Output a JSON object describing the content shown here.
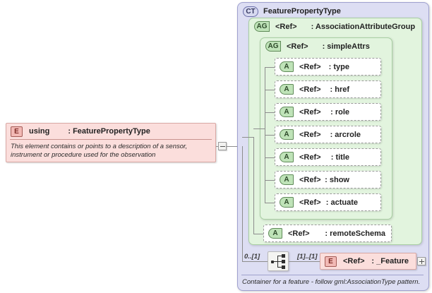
{
  "diagram": {
    "kind": "xml-schema-diagram"
  },
  "element": {
    "badge": "E",
    "name": "using",
    "type": ": FeaturePropertyType",
    "documentation": "This element contains or points to a description of a sensor, instrument or procedure used for the observation",
    "toggle": "collapse-toggle"
  },
  "complex_type": {
    "badge": "CT",
    "name": "FeaturePropertyType",
    "footer": "Container for a feature - follow gml:AssociationType pattern."
  },
  "attribute_group_outer": {
    "badge": "AG",
    "name": "<Ref>",
    "type": ": AssociationAttributeGroup"
  },
  "attribute_group_inner": {
    "badge": "AG",
    "name": "<Ref>",
    "type": ": simpleAttrs"
  },
  "attributes": [
    {
      "badge": "A",
      "name": "<Ref>",
      "type": ": type"
    },
    {
      "badge": "A",
      "name": "<Ref>",
      "type": ": href"
    },
    {
      "badge": "A",
      "name": "<Ref>",
      "type": ": role"
    },
    {
      "badge": "A",
      "name": "<Ref>",
      "type": ": arcrole"
    },
    {
      "badge": "A",
      "name": "<Ref>",
      "type": ": title"
    },
    {
      "badge": "A",
      "name": "<Ref>",
      "type": ": show"
    },
    {
      "badge": "A",
      "name": "<Ref>",
      "type": ": actuate"
    }
  ],
  "remote_schema": {
    "badge": "A",
    "name": "<Ref>",
    "type": ": remoteSchema"
  },
  "sequence": {
    "icon": "sequence-connector-icon",
    "left_cardinality": "0..[1]",
    "right_cardinality": "[1]..[1]"
  },
  "feature_ref": {
    "badge": "E",
    "name": "<Ref>",
    "type": ": _Feature",
    "toggle": "expand-toggle"
  },
  "colors": {
    "element_fill": "#fbdedc",
    "element_border": "#d9a8a4",
    "complex_type_fill": "#dddef3",
    "complex_type_border": "#9ea0cf",
    "attr_group_fill": "#e2f4de",
    "attr_group_border": "#a9cfa3",
    "attr_row_fill": "#ffffff",
    "line": "#8d8d8d"
  }
}
